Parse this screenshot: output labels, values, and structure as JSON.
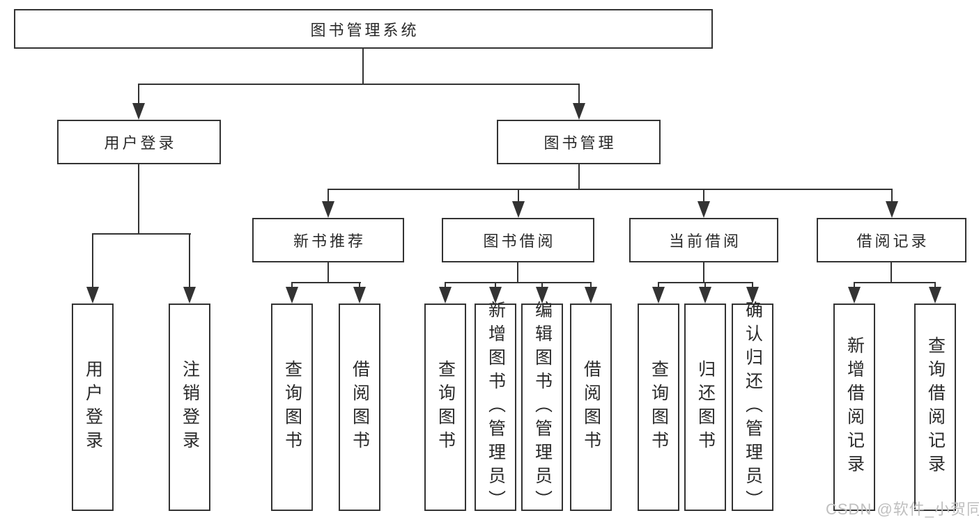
{
  "diagram": {
    "root": "图书管理系统",
    "branches": [
      {
        "label": "用户登录",
        "children": [
          "用户登录",
          "注销登录"
        ]
      },
      {
        "label": "图书管理",
        "children": [
          {
            "label": "新书推荐",
            "children": [
              "查询图书",
              "借阅图书"
            ]
          },
          {
            "label": "图书借阅",
            "children": [
              "查询图书",
              "新增图书（管理员）",
              "编辑图书（管理员）",
              "借阅图书"
            ]
          },
          {
            "label": "当前借阅",
            "children": [
              "查询图书",
              "归还图书",
              "确认归还（管理员）"
            ]
          },
          {
            "label": "借阅记录",
            "children": [
              "新增借阅记录",
              "查询借阅记录"
            ]
          }
        ]
      }
    ]
  },
  "watermark": "CSDN @软件_小贺同学",
  "colors": {
    "line": "#333333",
    "text": "#2a2a2a",
    "watermark": "#bfbfbf",
    "background": "#ffffff"
  }
}
